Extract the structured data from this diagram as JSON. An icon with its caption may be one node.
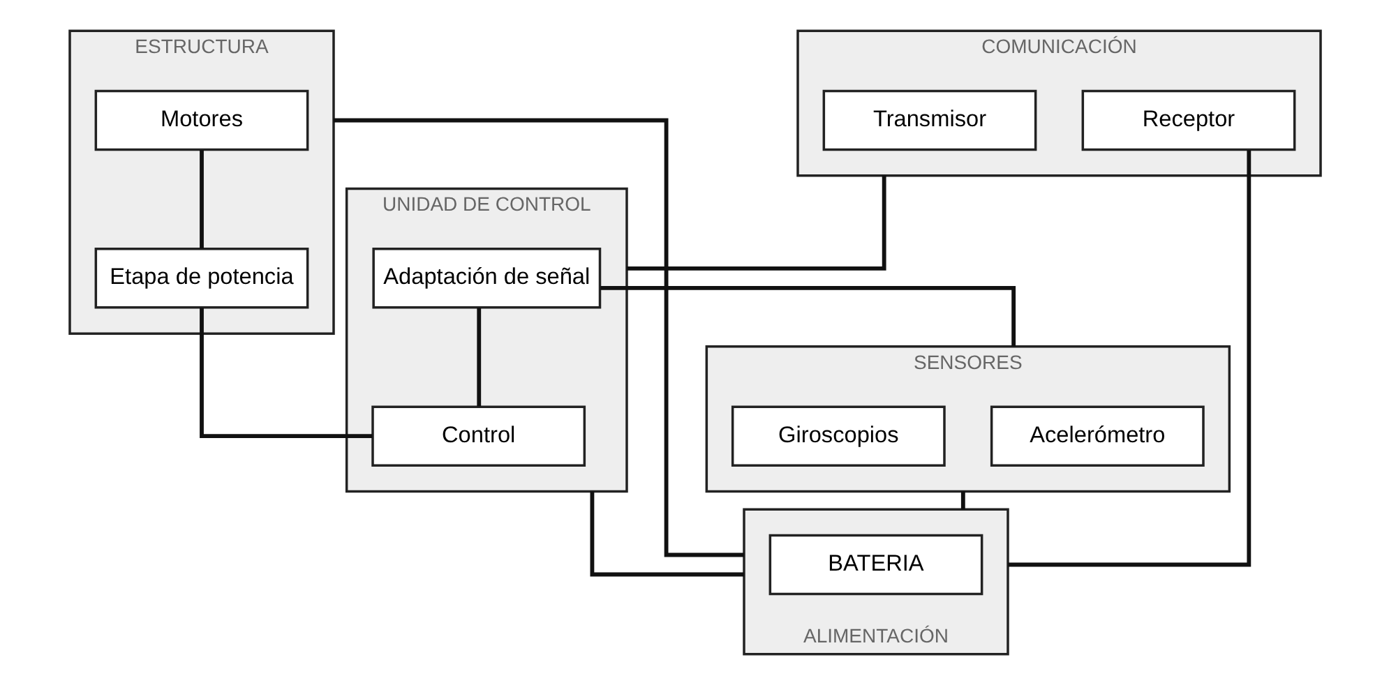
{
  "diagram": {
    "nodes": [
      {
        "text": [
          "ESTRUCTURA"
        ]
      },
      {
        "text": [
          "Motores"
        ],
        "in": 0
      },
      {
        "text": [
          "Etapa de potencia"
        ],
        "in": 0
      },
      {
        "text": [
          "COMUNICACIÓN"
        ]
      },
      {
        "text": [
          "Transmisor"
        ],
        "in": 3
      },
      {
        "text": [
          "Receptor"
        ],
        "in": 3
      },
      {
        "text": [
          "UNIDAD DE CONTROL"
        ]
      },
      {
        "text": [
          "Adaptación de señal"
        ],
        "in": 6
      },
      {
        "text": [
          "Control"
        ],
        "in": 6
      },
      {
        "text": [
          "SENSORES"
        ]
      },
      {
        "text": [
          "Acelerómetro"
        ],
        "in": 9
      },
      {
        "text": [
          "Giroscopios"
        ],
        "in": 9
      },
      {
        "text": [
          "ALIMENTACIÓN"
        ]
      },
      {
        "text": [
          "BATERIA"
        ],
        "in": 12
      }
    ],
    "edges": [
      {
        "from": 1,
        "to": 2,
        "arrow": "none"
      },
      {
        "from": 2,
        "to": 8,
        "arrow": "none"
      },
      {
        "from": 3,
        "to": 6,
        "arrow": "none"
      },
      {
        "from": 7,
        "to": 8,
        "arrow": "none"
      },
      {
        "from": 7,
        "to": 9,
        "arrow": "none"
      },
      {
        "from": 0,
        "to": 12,
        "arrow": "none"
      },
      {
        "from": 5,
        "to": 12,
        "arrow": "none"
      },
      {
        "from": 6,
        "to": 12,
        "arrow": "none"
      },
      {
        "from": 9,
        "to": 12,
        "arrow": "none"
      }
    ]
  }
}
